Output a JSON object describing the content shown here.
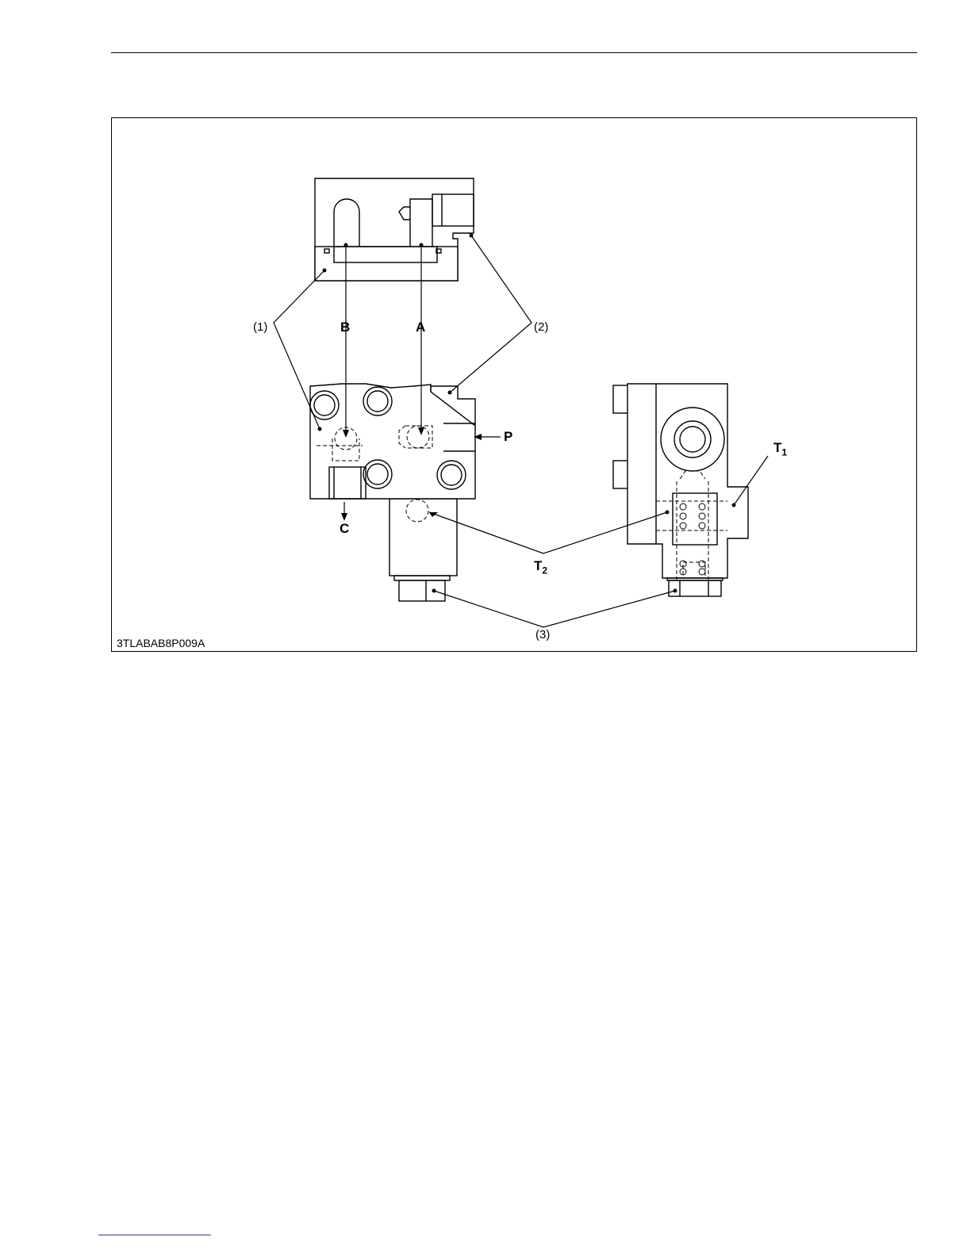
{
  "figure": {
    "code": "3TLABAB8P009A",
    "labels": {
      "callout_1": "(1)",
      "callout_2": "(2)",
      "callout_3": "(3)",
      "port_a": "A",
      "port_b": "B",
      "port_c": "C",
      "port_p": "P",
      "port_t1_base": "T",
      "port_t1_sub": "1",
      "port_t2_base": "T",
      "port_t2_sub": "2"
    }
  }
}
